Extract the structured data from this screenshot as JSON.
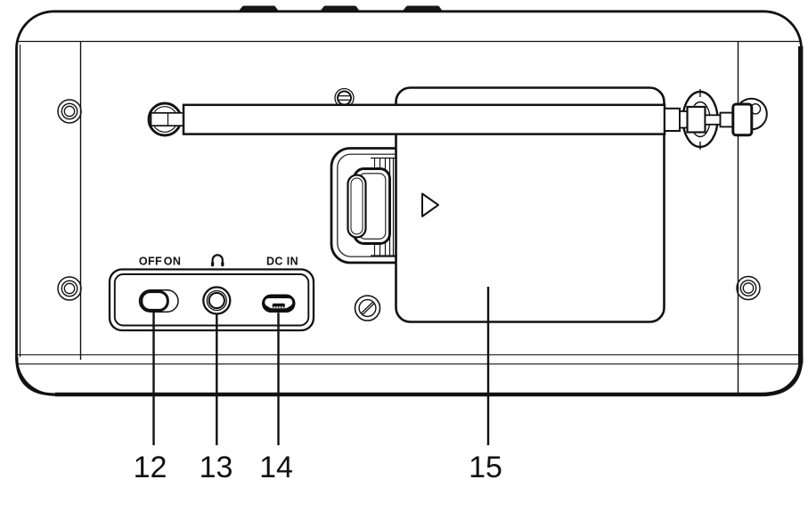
{
  "diagram": {
    "kind": "device-rear-view-line-drawing",
    "description": "Back view of a portable radio with antenna, folding stand, battery cover and connection panel",
    "colors": {
      "line": "#111111",
      "background": "#ffffff",
      "button_fill": "#161616",
      "usb_fill": "#0d0d0d"
    }
  },
  "port_panel": {
    "power_switch": {
      "off_label": "OFF",
      "on_label": "ON"
    },
    "headphone": {
      "icon": "headphones-icon"
    },
    "dc_in": {
      "label": "DC IN"
    }
  },
  "callouts": [
    {
      "number": "12",
      "points_to": "power-switch"
    },
    {
      "number": "13",
      "points_to": "headphone-jack"
    },
    {
      "number": "14",
      "points_to": "dc-in-port"
    },
    {
      "number": "15",
      "points_to": "battery-cover"
    }
  ]
}
